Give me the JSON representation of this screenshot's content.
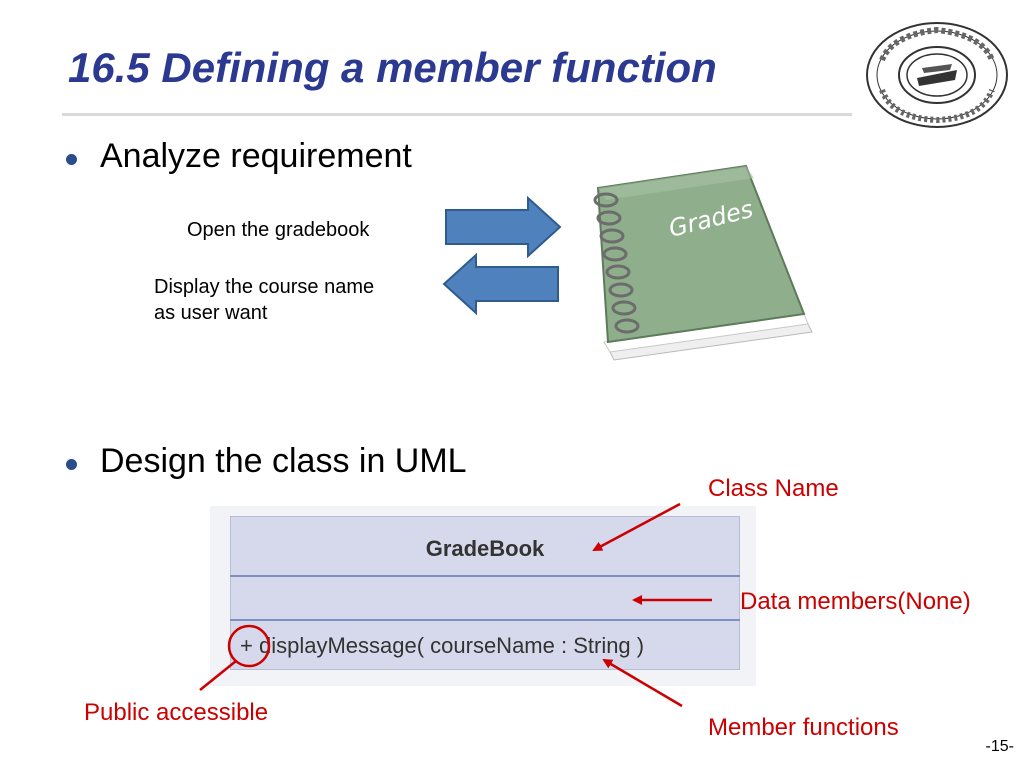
{
  "slide": {
    "title": "16.5 Defining a member function",
    "page_number": "-15-"
  },
  "bullets": [
    {
      "text": "Analyze requirement"
    },
    {
      "text": "Design the class in UML"
    }
  ],
  "requirement": {
    "request_text": "Open the gradebook",
    "response_text_line1": "Display the course name",
    "response_text_line2": "as user want",
    "book_label": "Grades"
  },
  "uml": {
    "class_name": "GradeBook",
    "method": "+ displayMessage( courseName : String )"
  },
  "annotations": {
    "class_name": "Class Name",
    "data_members": "Data members(None)",
    "public": "Public accessible",
    "member_functions": "Member functions"
  },
  "colors": {
    "title": "#2B3990",
    "arrow_fill": "#4F81BD",
    "annotation": "#CC0000",
    "book_cover": "#8FAF8C"
  }
}
